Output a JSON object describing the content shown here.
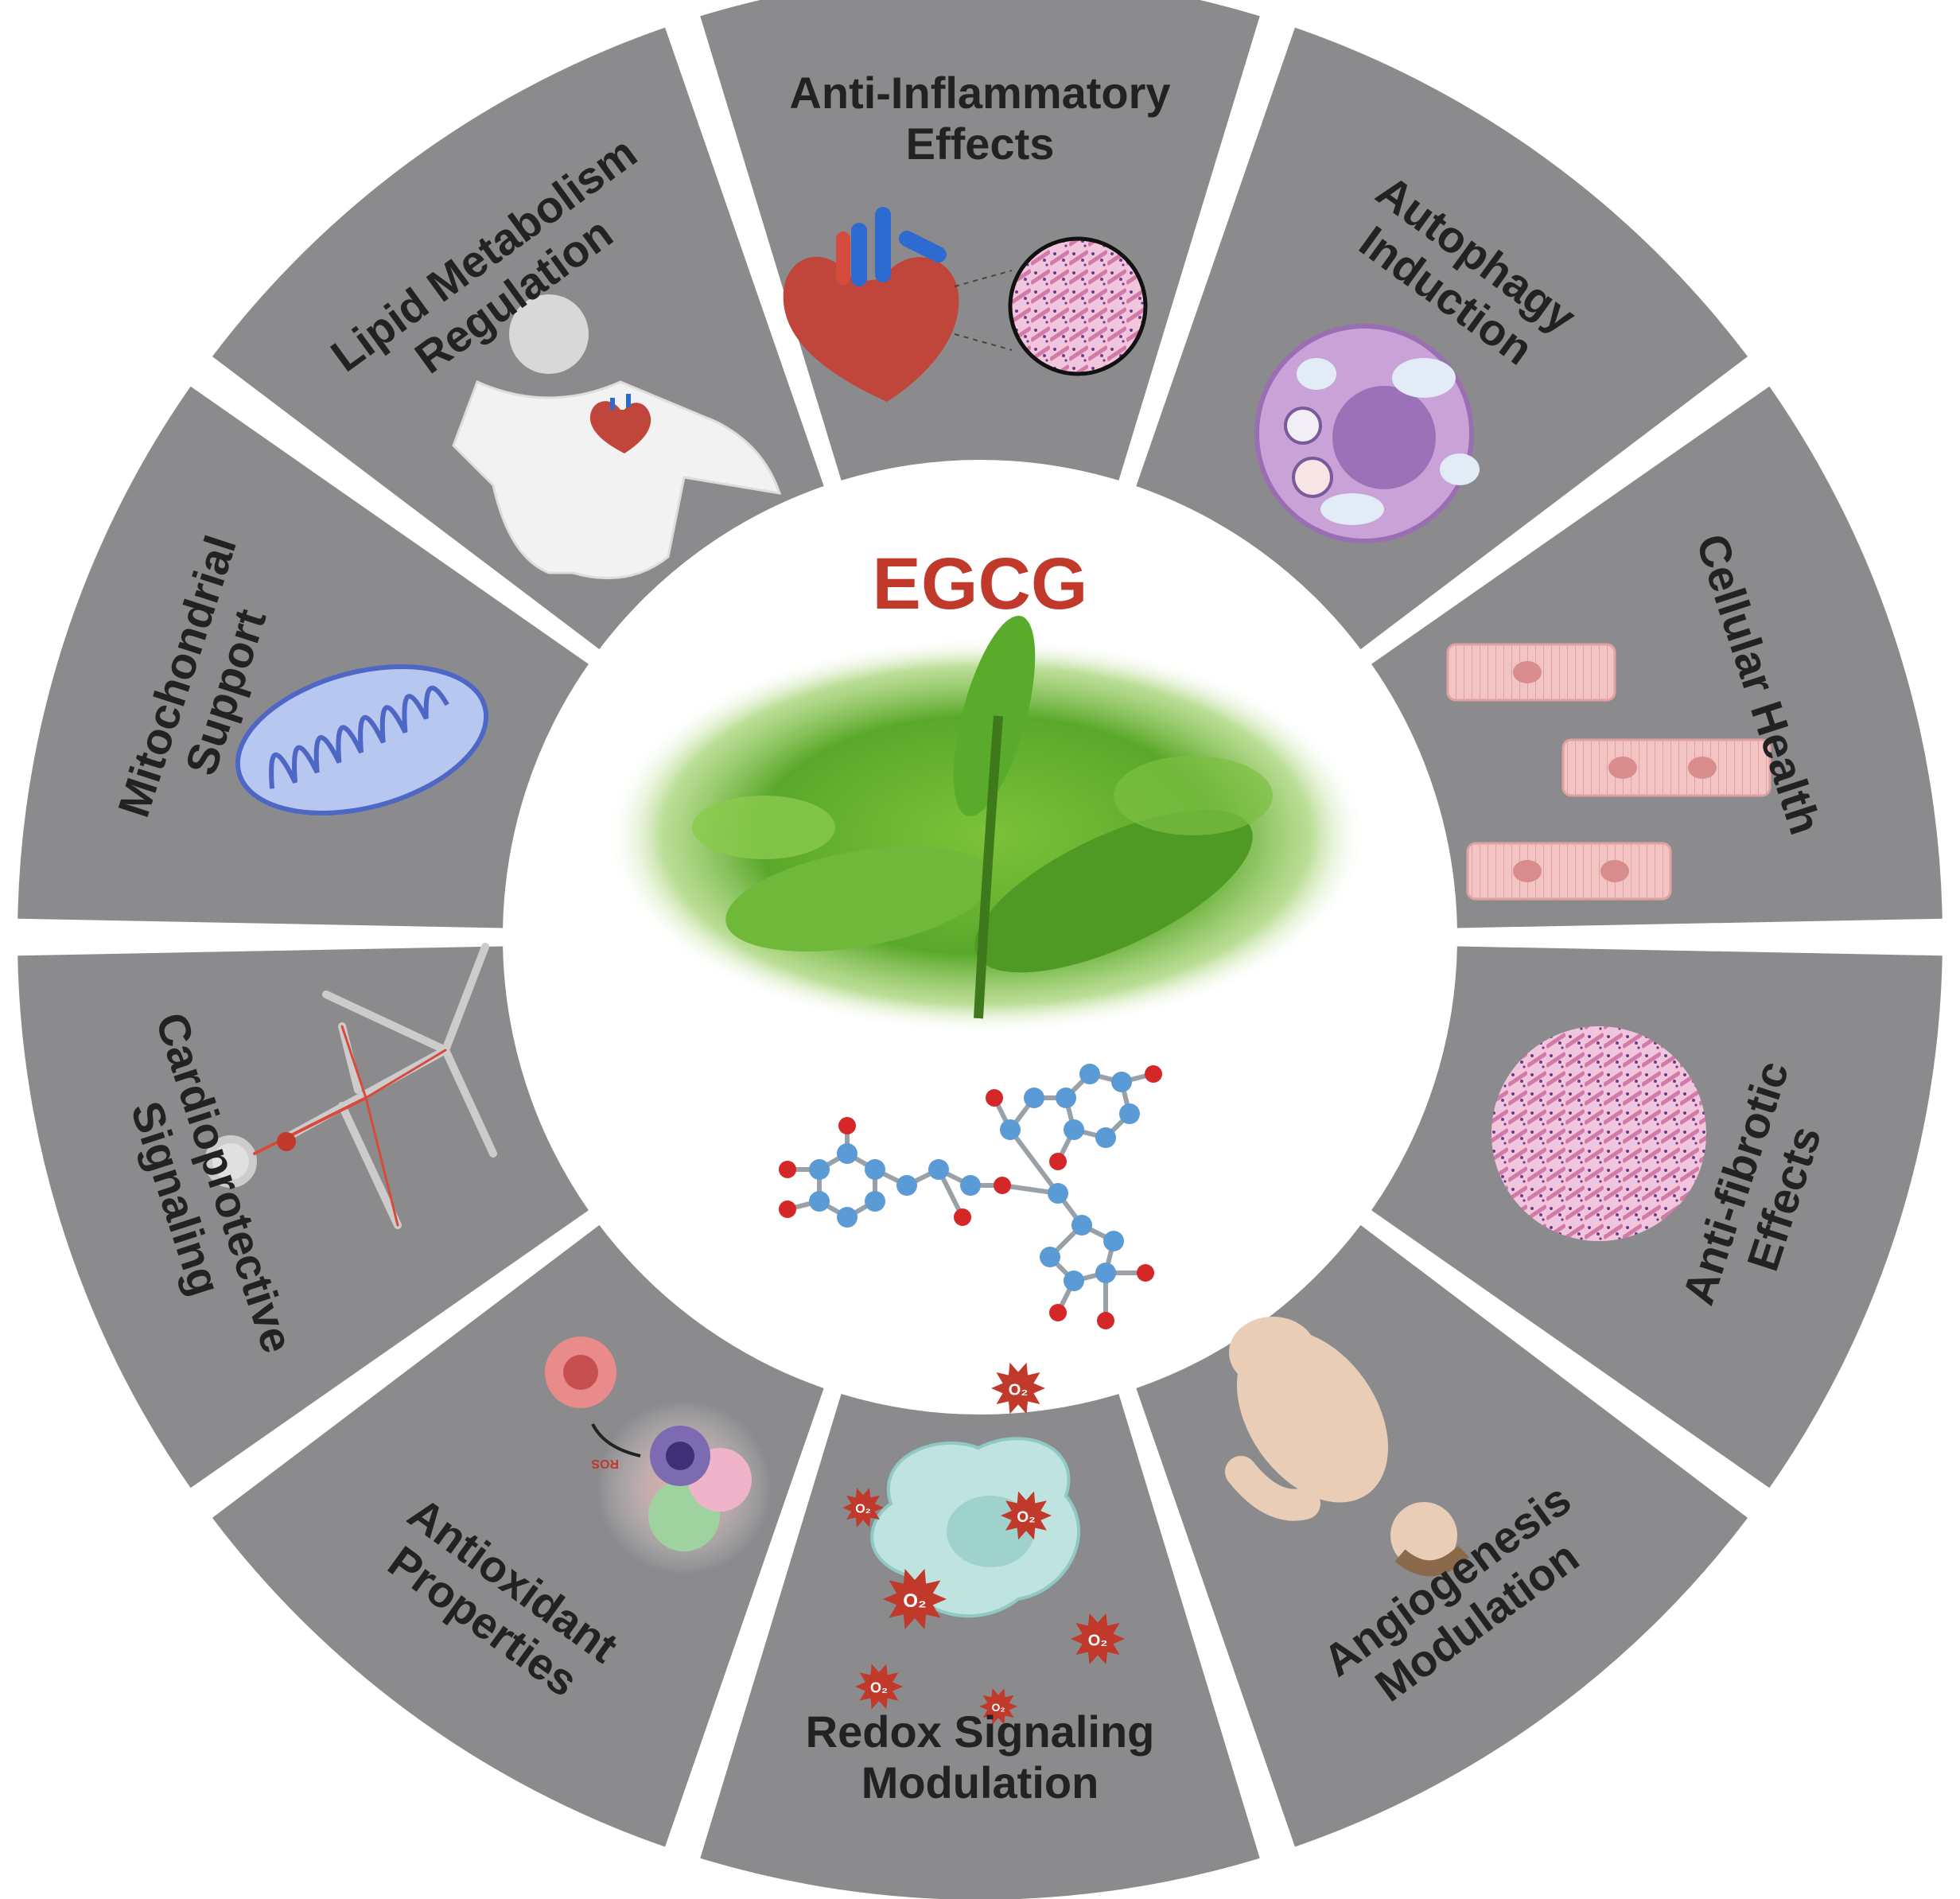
{
  "center": {
    "title": "EGCG",
    "title_color": "#c0392b",
    "image": "green-tea-leaves",
    "molecule": "egcg-molecule-ball-and-stick"
  },
  "colors": {
    "segment_fill": "#8b8b8e",
    "divider": "#ffffff",
    "center_fill": "#ffffff"
  },
  "segments": [
    {
      "id": "anti-inflammatory",
      "lines": [
        "Anti-Inflammatory",
        "Effects"
      ],
      "icon": "heart-histology-icon"
    },
    {
      "id": "autophagy",
      "lines": [
        "Autophagy",
        "Induction"
      ],
      "icon": "cell-autophagy-icon"
    },
    {
      "id": "cellular-health",
      "lines": [
        "Cellular Health"
      ],
      "icon": "cardiomyocytes-icon"
    },
    {
      "id": "anti-fibrotic",
      "lines": [
        "Anti-fibrotic",
        "Effects"
      ],
      "icon": "fibrotic-tissue-icon"
    },
    {
      "id": "angiogenesis",
      "lines": [
        "Angiogenesis",
        "Modulation"
      ],
      "icon": "human-body-icon"
    },
    {
      "id": "redox",
      "lines": [
        "Redox Signaling",
        "Modulation"
      ],
      "icon": "reactive-oxygen-cell-icon"
    },
    {
      "id": "antioxidant",
      "lines": [
        "Antioxidant",
        "Properties"
      ],
      "icon": "immune-cells-ros-icon"
    },
    {
      "id": "cardioprotective",
      "lines": [
        "Cardioprotective",
        "Signaling"
      ],
      "icon": "vascular-system-icon"
    },
    {
      "id": "mitochondrial",
      "lines": [
        "Mitochondrial",
        "Support"
      ],
      "icon": "mitochondrion-icon"
    },
    {
      "id": "lipid-metabolism",
      "lines": [
        "Lipid Metabolism",
        "Regulation"
      ],
      "icon": "human-torso-heart-icon"
    }
  ],
  "ros_labels": {
    "o2": "O₂",
    "ros": "ROS"
  }
}
